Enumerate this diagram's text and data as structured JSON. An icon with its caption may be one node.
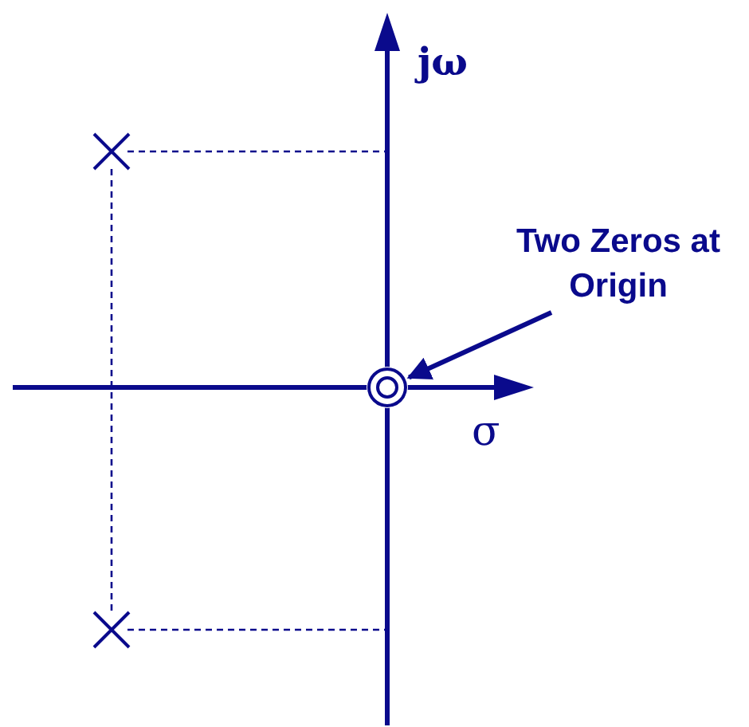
{
  "diagram": {
    "nodes": [
      {
        "text": [
          "Two Zeros at Origin"
        ]
      },
      {
        "text": [],
        "shape": "circle"
      }
    ],
    "edges": [
      {
        "from": 0,
        "to": 1,
        "arrow": "to"
      }
    ],
    "labels": [
      "jω",
      "σ"
    ]
  }
}
